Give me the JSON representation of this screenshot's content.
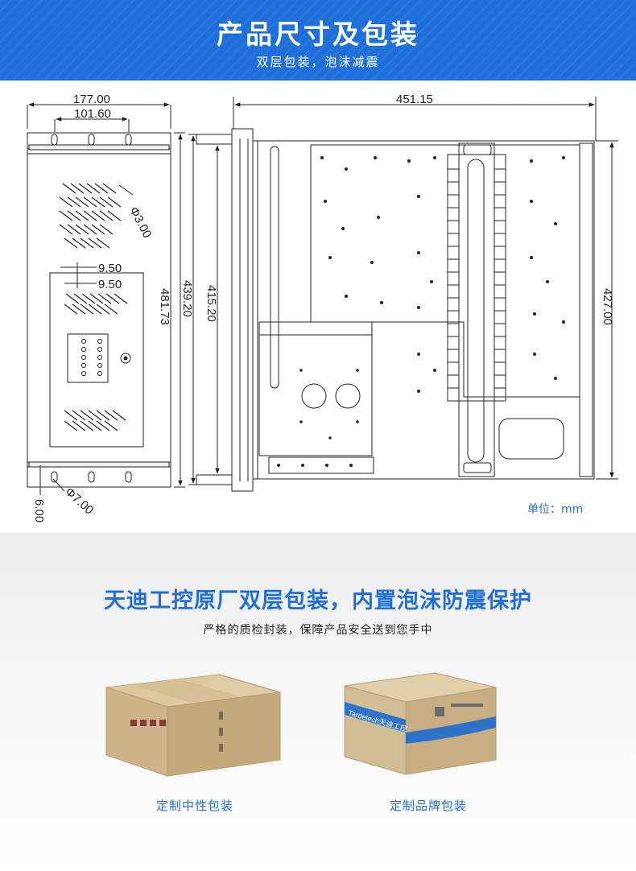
{
  "header": {
    "title": "产品尺寸及包装",
    "subtitle": "双层包装，泡沫减震"
  },
  "drawing": {
    "dimensions": {
      "front_width": "177.00",
      "front_hole_spacing": "101.60",
      "vent_hole_dia": "Φ3.00",
      "slot_a": "9.50",
      "slot_b": "9.50",
      "front_height": "481.73",
      "bottom_hole_dia": "Φ7.00",
      "bottom_offset": "6.00",
      "depth": "451.15",
      "side_height_outer": "439.20",
      "side_height_inner": "415.20",
      "side_height_right": "427.00"
    },
    "unit": "单位：mm"
  },
  "packaging": {
    "title": "天迪工控原厂双层包装，内置泡沫防震保护",
    "subtitle": "严格的质检封装，保障产品安全送到您手中",
    "box_left": {
      "caption": "定制中性包装",
      "color": "#cdb48a"
    },
    "box_right": {
      "caption": "定制品牌包装",
      "brand_text": "Tardetech天迪工控",
      "color": "#d2bc93",
      "band_color": "#2f73c8"
    }
  }
}
